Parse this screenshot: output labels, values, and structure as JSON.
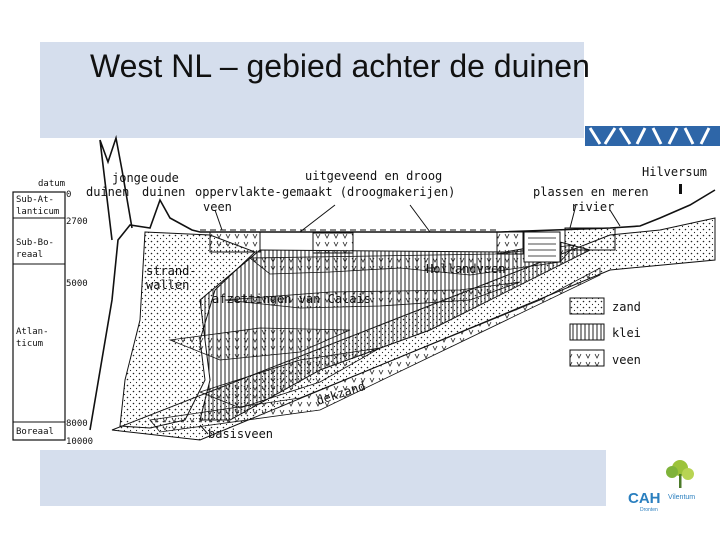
{
  "slide": {
    "title": "West NL – gebied achter de duinen"
  },
  "timeline": {
    "periods": [
      "Sub-At-",
      "lanticum",
      "Sub-Bo-",
      "reaal",
      "Atlan-",
      "ticum",
      "Boreaal"
    ],
    "years": [
      "datum",
      "0",
      "2700",
      "5000",
      "8000",
      "10000"
    ]
  },
  "labels": {
    "jonge": "jonge",
    "duinen1": "duinen",
    "oude": "oude",
    "duinen2": "duinen",
    "opp1": "oppervlakte-",
    "opp2": "veen",
    "uit1": "uitgeveend en droog",
    "uit2": "gemaakt (droogmakerijen)",
    "plassen": "plassen en meren",
    "rivier": "rivier",
    "hilversum": "Hilversum",
    "strand": "strand-",
    "wallen": "wallen",
    "hollandveen": "Hollandveen",
    "calais": "afzettingen van Calais",
    "dekzand": "dekzand",
    "basisveen": "basisveen"
  },
  "legend": {
    "zand": "zand",
    "klei": "klei",
    "veen": "veen"
  },
  "logo": {
    "brand": "CAH",
    "sub": "Vilentum",
    "city": "Dronten"
  }
}
